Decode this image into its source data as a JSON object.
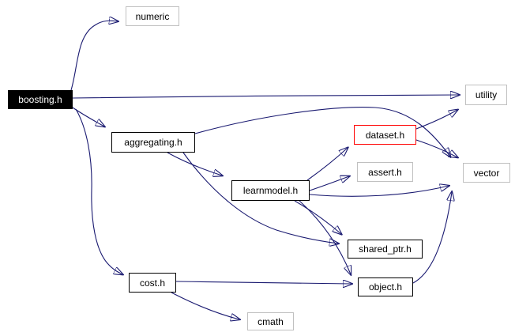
{
  "diagram": {
    "type": "include-dependency-graph",
    "root": "boosting.h",
    "colors": {
      "background": "#ffffff",
      "edge": "#191970",
      "root_fill": "#000000",
      "root_text": "#ffffff",
      "internal_border": "#000000",
      "external_border": "#c0c0c0",
      "highlight_border": "#ff0000",
      "label_text": "#000000"
    },
    "nodes": [
      {
        "id": "boosting_h",
        "label": "boosting.h",
        "kind": "root"
      },
      {
        "id": "numeric",
        "label": "numeric",
        "kind": "external"
      },
      {
        "id": "utility",
        "label": "utility",
        "kind": "external"
      },
      {
        "id": "aggregating_h",
        "label": "aggregating.h",
        "kind": "internal"
      },
      {
        "id": "dataset_h",
        "label": "dataset.h",
        "kind": "highlight"
      },
      {
        "id": "assert_h",
        "label": "assert.h",
        "kind": "external"
      },
      {
        "id": "vector",
        "label": "vector",
        "kind": "external"
      },
      {
        "id": "learnmodel_h",
        "label": "learnmodel.h",
        "kind": "internal"
      },
      {
        "id": "shared_ptr_h",
        "label": "shared_ptr.h",
        "kind": "internal"
      },
      {
        "id": "cost_h",
        "label": "cost.h",
        "kind": "internal"
      },
      {
        "id": "object_h",
        "label": "object.h",
        "kind": "internal"
      },
      {
        "id": "cmath",
        "label": "cmath",
        "kind": "external"
      }
    ],
    "edges": [
      {
        "from": "boosting.h",
        "to": "numeric"
      },
      {
        "from": "boosting.h",
        "to": "utility"
      },
      {
        "from": "boosting.h",
        "to": "aggregating.h"
      },
      {
        "from": "boosting.h",
        "to": "cost.h"
      },
      {
        "from": "aggregating.h",
        "to": "vector"
      },
      {
        "from": "aggregating.h",
        "to": "learnmodel.h"
      },
      {
        "from": "aggregating.h",
        "to": "shared_ptr.h"
      },
      {
        "from": "learnmodel.h",
        "to": "dataset.h"
      },
      {
        "from": "learnmodel.h",
        "to": "assert.h"
      },
      {
        "from": "learnmodel.h",
        "to": "vector"
      },
      {
        "from": "learnmodel.h",
        "to": "shared_ptr.h"
      },
      {
        "from": "learnmodel.h",
        "to": "object.h"
      },
      {
        "from": "dataset.h",
        "to": "utility"
      },
      {
        "from": "dataset.h",
        "to": "vector"
      },
      {
        "from": "cost.h",
        "to": "object.h"
      },
      {
        "from": "cost.h",
        "to": "cmath"
      },
      {
        "from": "object.h",
        "to": "vector"
      }
    ]
  }
}
